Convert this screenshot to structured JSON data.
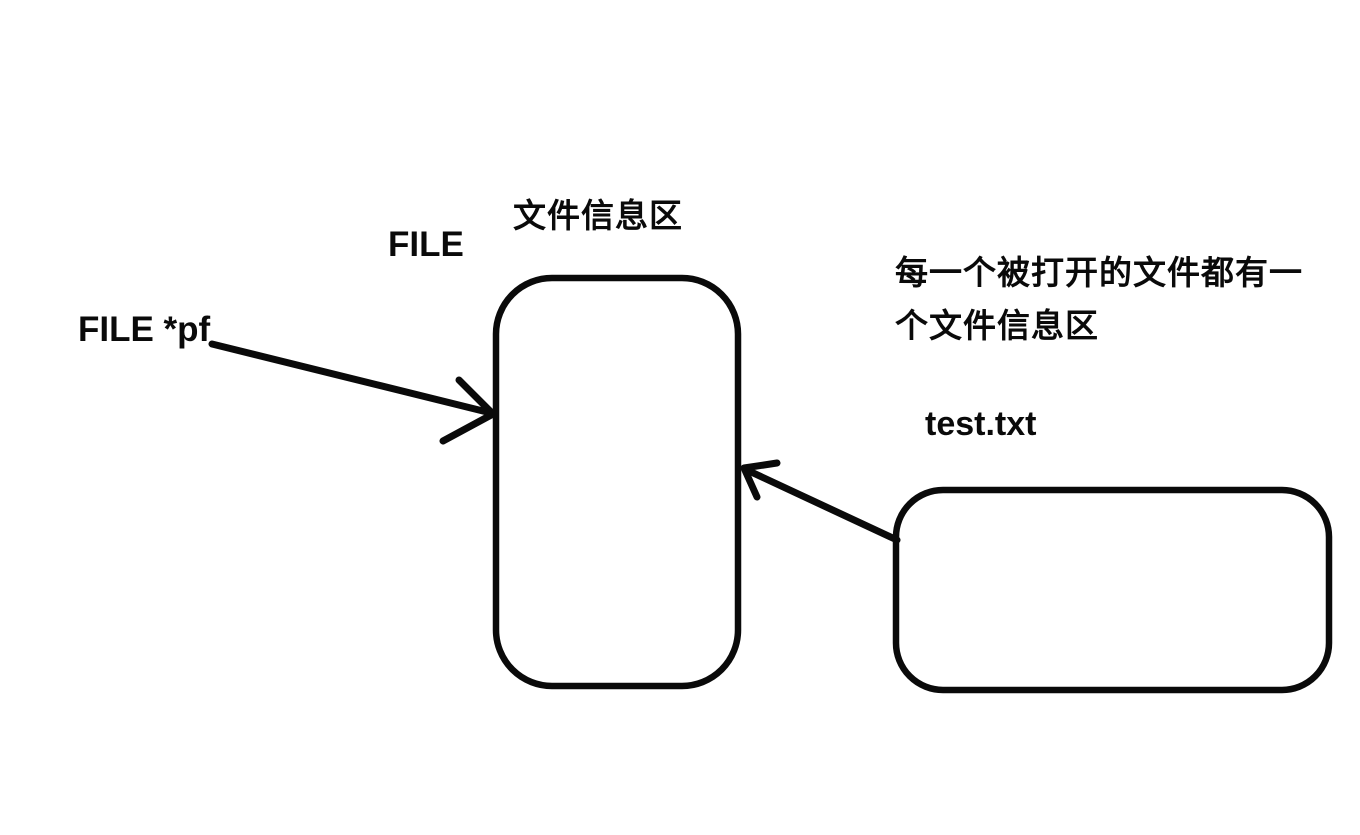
{
  "diagram": {
    "colors": {
      "ink": "#0a0a0a",
      "background": "#ffffff"
    },
    "labels": {
      "struct_type": "FILE",
      "info_area_title": "文件信息区",
      "pointer_decl": "FILE *pf",
      "file_name": "test.txt"
    },
    "note": {
      "line1": "每一个被打开的文件都有一",
      "line2": "个文件信息区"
    },
    "shapes": {
      "info_box": "file-info-area",
      "file_box": "opened-file",
      "arrow1": "pf-pointer-to-info-area",
      "arrow2": "file-to-info-area"
    }
  }
}
